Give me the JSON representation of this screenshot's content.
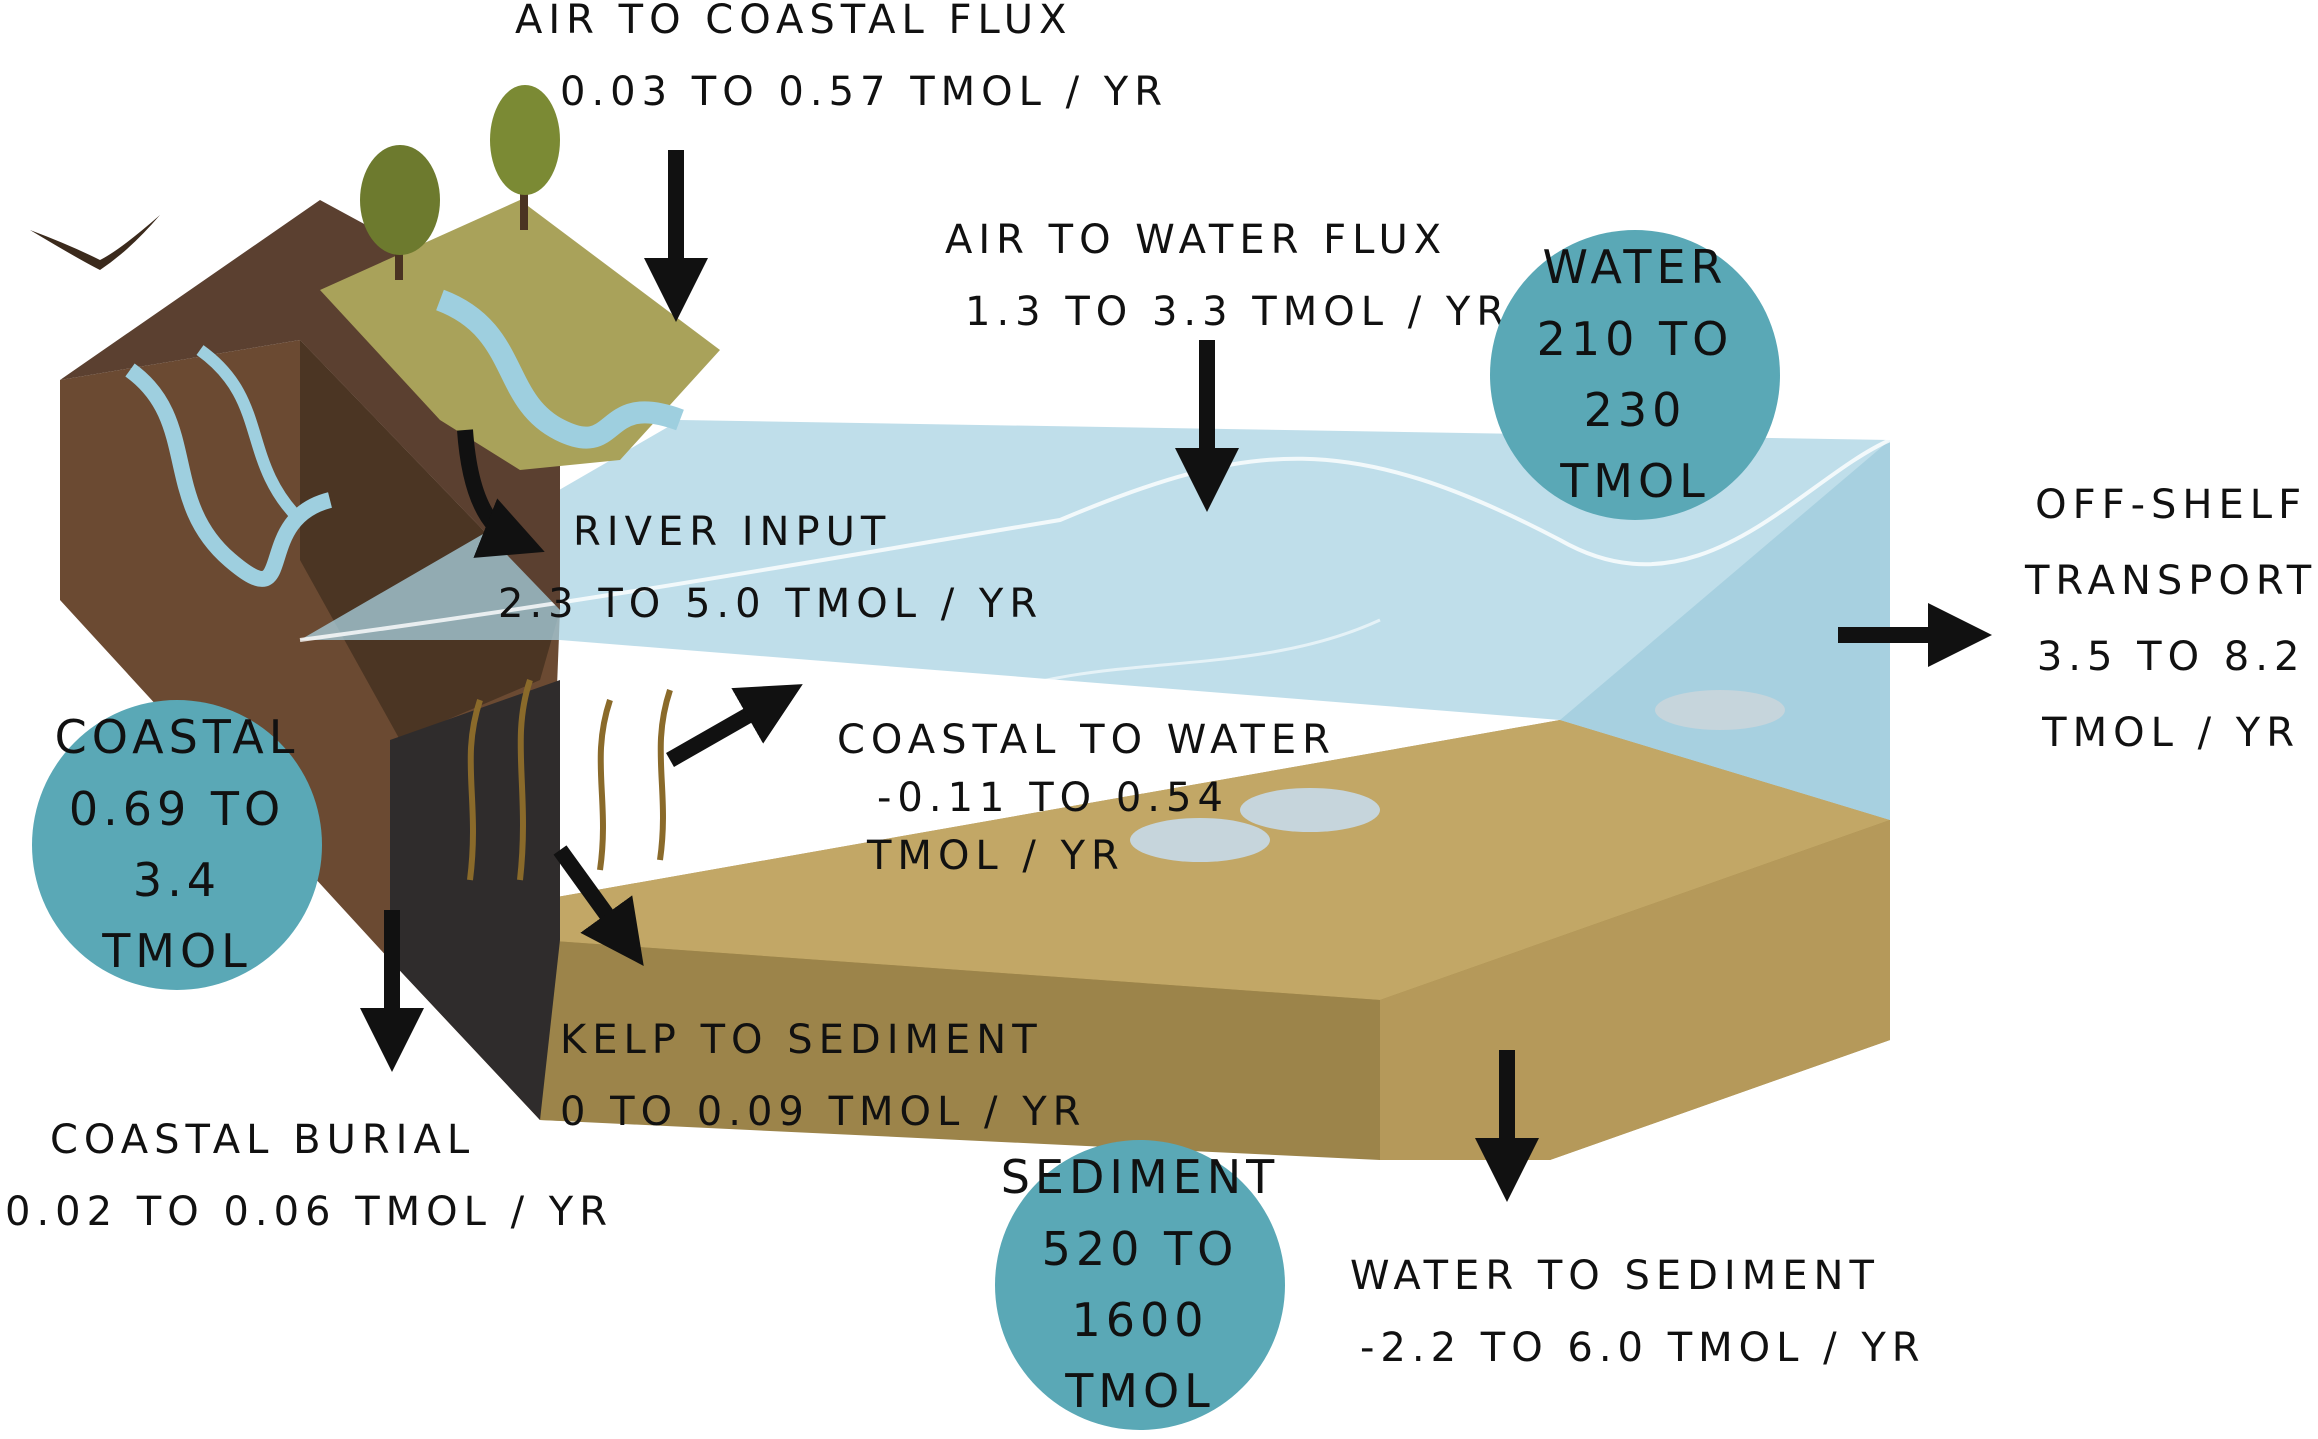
{
  "colors": {
    "pool_circle": "#5aa8b6",
    "water": "#a9d3e3",
    "sediment": "#b99a55",
    "soil": "#6b4a32",
    "marsh": "#a9a25a",
    "arrow": "#111111"
  },
  "labels": {
    "air_to_coastal": {
      "line1": "Air to Coastal  Flux",
      "line2": "0.03 to 0.57 Tmol / Yr"
    },
    "air_to_water": {
      "line1": "Air to Water Flux",
      "line2": "1.3 to 3.3 Tmol / Yr"
    },
    "river_input": {
      "line1": "River Input",
      "line2": "2.3 to 5.0 Tmol / Yr"
    },
    "coastal_to_water": {
      "line1": "Coastal to Water",
      "line2": "-0.11 to 0.54",
      "line3": "Tmol / Yr"
    },
    "kelp_to_sediment": {
      "line1": "Kelp to Sediment",
      "line2": "0 to 0.09 Tmol / Yr"
    },
    "coastal_burial": {
      "line1": "Coastal Burial",
      "line2": "0.02 to 0.06 Tmol / Yr"
    },
    "water_to_sediment": {
      "line1": "Water to Sediment",
      "line2": "-2.2 to 6.0 Tmol / Yr"
    },
    "off_shelf": {
      "line1": "Off-Shelf",
      "line2": "Transport",
      "line3": "3.5 to 8.2",
      "line4": "Tmol / Yr"
    }
  },
  "pools": {
    "water": {
      "name": "Water",
      "range": "210 to 230",
      "unit": "Tmol"
    },
    "coastal": {
      "name": "Coastal",
      "range": "0.69 to 3.4",
      "unit": "Tmol"
    },
    "sediment": {
      "name": "Sediment",
      "range": "520 to 1600",
      "unit": "Tmol"
    }
  }
}
